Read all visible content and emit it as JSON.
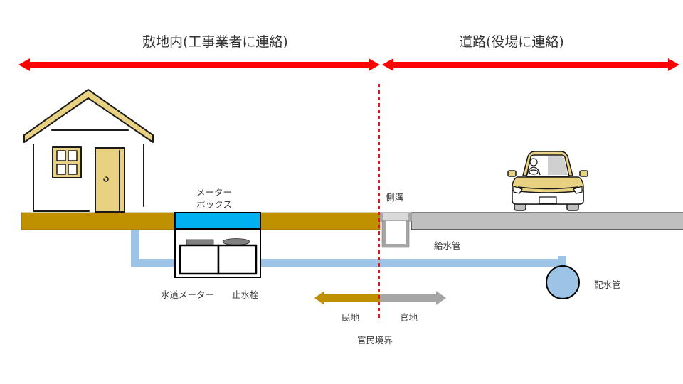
{
  "header": {
    "private_zone_label": "敷地内(工事業者に連絡)",
    "public_zone_label": "道路(役場に連絡)"
  },
  "labels": {
    "meter_box": [
      "メーター",
      "ボックス"
    ],
    "water_meter": "水道メーター",
    "stop_valve": "止水栓",
    "gutter": "側溝",
    "service_pipe": "給水管",
    "distribution_main": "配水管",
    "private_land": "民地",
    "public_land": "官地",
    "boundary": "官民境界"
  },
  "colors": {
    "zone_arrow": "#ff0000",
    "boundary_line": "#e0151b",
    "private_ground": "#bf9000",
    "road": "#bfbfbf",
    "meter_box_lid": "#00b0f0",
    "pipe": "#9dc3e6",
    "house_accent": "#e8d282",
    "public_arrow": "#a6a6a6"
  }
}
